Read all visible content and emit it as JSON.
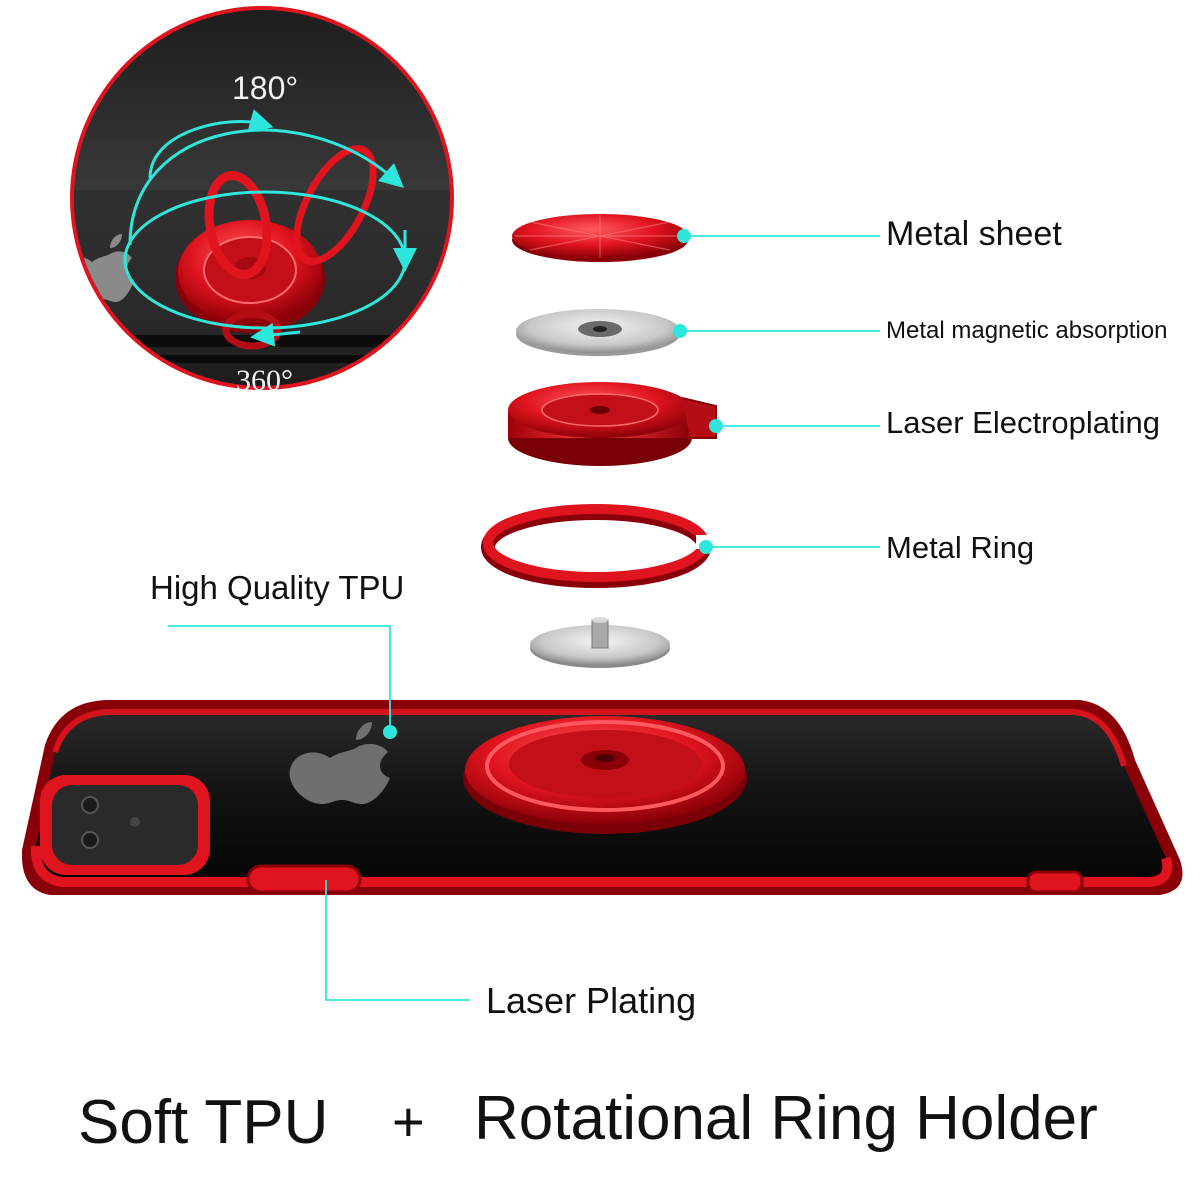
{
  "angles": {
    "top": "180°",
    "bottom": "360°"
  },
  "labels": {
    "metal_sheet": "Metal sheet",
    "metal_magnetic_absorption": "Metal magnetic absorption",
    "laser_electroplating": "Laser Electroplating",
    "metal_ring": "Metal Ring",
    "high_quality_tpu": "High Quality TPU",
    "laser_plating": "Laser Plating"
  },
  "footer": {
    "left": "Soft TPU",
    "plus": "+",
    "right": "Rotational Ring Holder"
  },
  "colors": {
    "red": "#e0141e",
    "dark_red": "#8a0008",
    "case_black": "#121212",
    "callout_cyan": "#2ee6dc",
    "silver": "#d0d0d0"
  },
  "icons": [
    "apple-logo-icon",
    "rotation-arrow-icon"
  ]
}
